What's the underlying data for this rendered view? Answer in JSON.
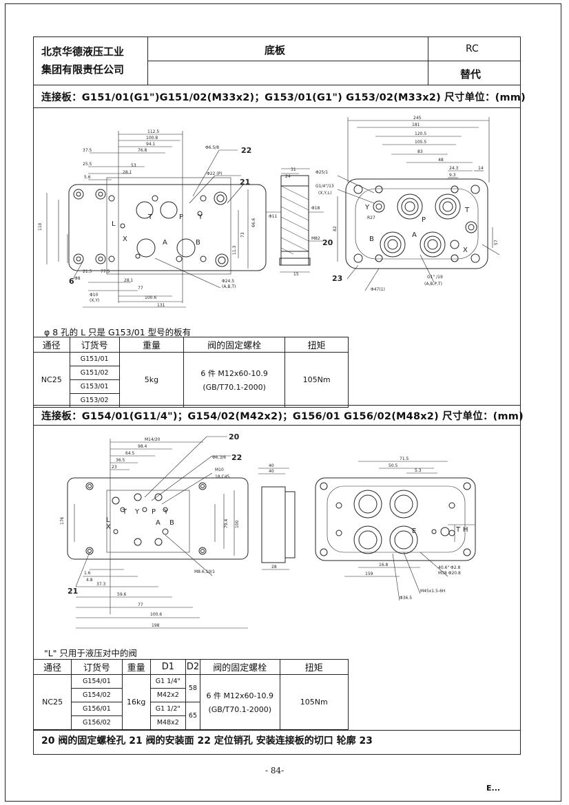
{
  "header": {
    "company_line1": "北京华德液压工业",
    "company_line2": "集团有限责任公司",
    "title": "底板",
    "code": "RC",
    "replace_label": "替代"
  },
  "section1": {
    "spec": "连接板：G151/01(G1\")G151/02(M33x2)；G153/01(G1\")  G153/02(M33x2)  尺寸单位：(mm)",
    "note": "φ 8  孔的 L 只是 G153/01 型号的板有",
    "drawing_labels": {
      "plate_ports": [
        "L",
        "T",
        "P",
        "Y",
        "X",
        "A",
        "B"
      ],
      "callouts": [
        "22",
        "21",
        "6",
        "20",
        "23"
      ],
      "dims": [
        "112.5",
        "100.8",
        "94.1",
        "76.8",
        "53",
        "28.1",
        "5.6",
        "25.5",
        "37.5",
        "Φ6.5/8",
        "Φ22 (P)",
        "21.5",
        "77.5",
        "100.6",
        "131",
        "Φ8",
        "Φ10",
        "(X,Y)",
        "Φ24.5",
        "(A,B,T)",
        "110",
        "66.6",
        "73",
        "11.3",
        "31",
        "24",
        "Φ11",
        "Φ18",
        "M82",
        "15",
        "245",
        "181",
        "120.5",
        "105.5",
        "83",
        "48",
        "24.3",
        "14",
        "9.3",
        "Φ25/1",
        "G1/4\"/13",
        "(X,Y,L)",
        "R27",
        "G1\" /19",
        "(A,B,P,T)",
        "Φ47(1)",
        "82",
        "57"
      ],
      "right_ports": [
        "Y",
        "P",
        "T",
        "B",
        "A",
        "X"
      ]
    },
    "table": {
      "headers": [
        "通径",
        "订货号",
        "重量",
        "阀的固定螺栓",
        "扭矩"
      ],
      "size": "NC25",
      "orders": [
        "G151/01",
        "G151/02",
        "G153/01",
        "G153/02"
      ],
      "weight": "5kg",
      "bolt_line1": "6 件 M12x60-10.9",
      "bolt_line2": "(GB/T70.1-2000)",
      "torque": "105Nm"
    }
  },
  "section2": {
    "spec": "连接板：G154/01(G11/4\")；G154/02(M42x2)；G156/01   G156/02(M48x2)   尺寸单位：(mm)",
    "note": "\"L\" 只用于液压对中的阀",
    "drawing_labels": {
      "callouts": [
        "20",
        "22",
        "21"
      ],
      "ports": [
        "Y",
        "P",
        "T",
        "X",
        "A",
        "B",
        "L"
      ],
      "right_ports": [
        "E",
        "T",
        "H"
      ]
    },
    "table": {
      "headers": [
        "通径",
        "订货号",
        "重量",
        "D1",
        "D2",
        "阀的固定螺栓",
        "扭矩"
      ],
      "size": "NC25",
      "orders": [
        "G154/01",
        "G154/02",
        "G156/01",
        "G156/02"
      ],
      "weight": "16kg",
      "d1": [
        "G1 1/4\"",
        "M42x2",
        "G1 1/2\"",
        "M48x2"
      ],
      "d2": [
        "58",
        "65"
      ],
      "bolt_line1": "6 件 M12x60-10.9",
      "bolt_line2": "(GB/T70.1-2000)",
      "torque": "105Nm"
    }
  },
  "footer_legend": "20 阀的固定螺栓孔 21 阀的安装面 22 定位销孔  安装连接板的切口  轮廓 23",
  "page_number": "- 84-",
  "corner_mark": "E..."
}
